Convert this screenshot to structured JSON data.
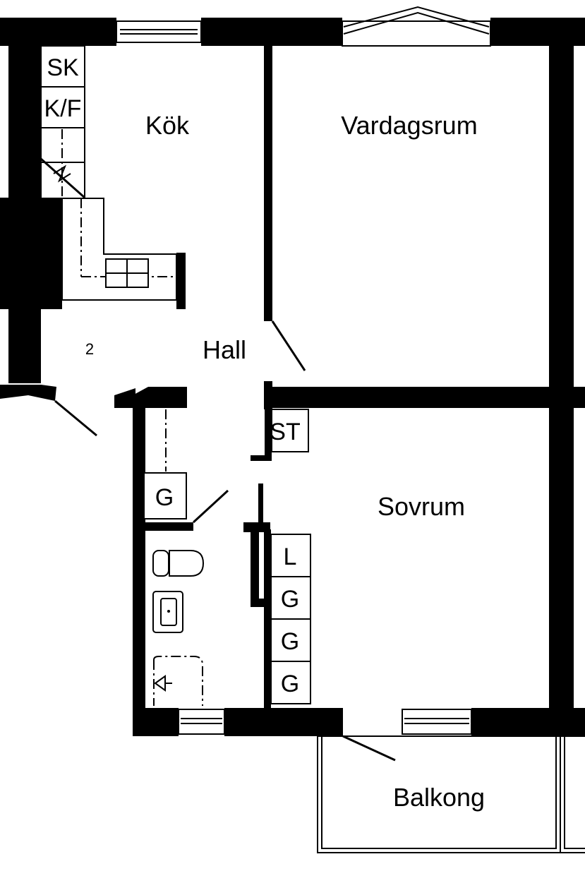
{
  "rooms": {
    "kitchen": "Kök",
    "living_room": "Vardagsrum",
    "hall": "Hall",
    "bedroom": "Sovrum",
    "balcony": "Balkong"
  },
  "markers": {
    "number": "2"
  },
  "fixtures": {
    "sk": "SK",
    "kf": "K/F",
    "st": "ST",
    "g_hall": "G",
    "l": "L",
    "g1": "G",
    "g2": "G",
    "g3": "G"
  },
  "colors": {
    "wall": "#000000",
    "background": "#ffffff"
  }
}
